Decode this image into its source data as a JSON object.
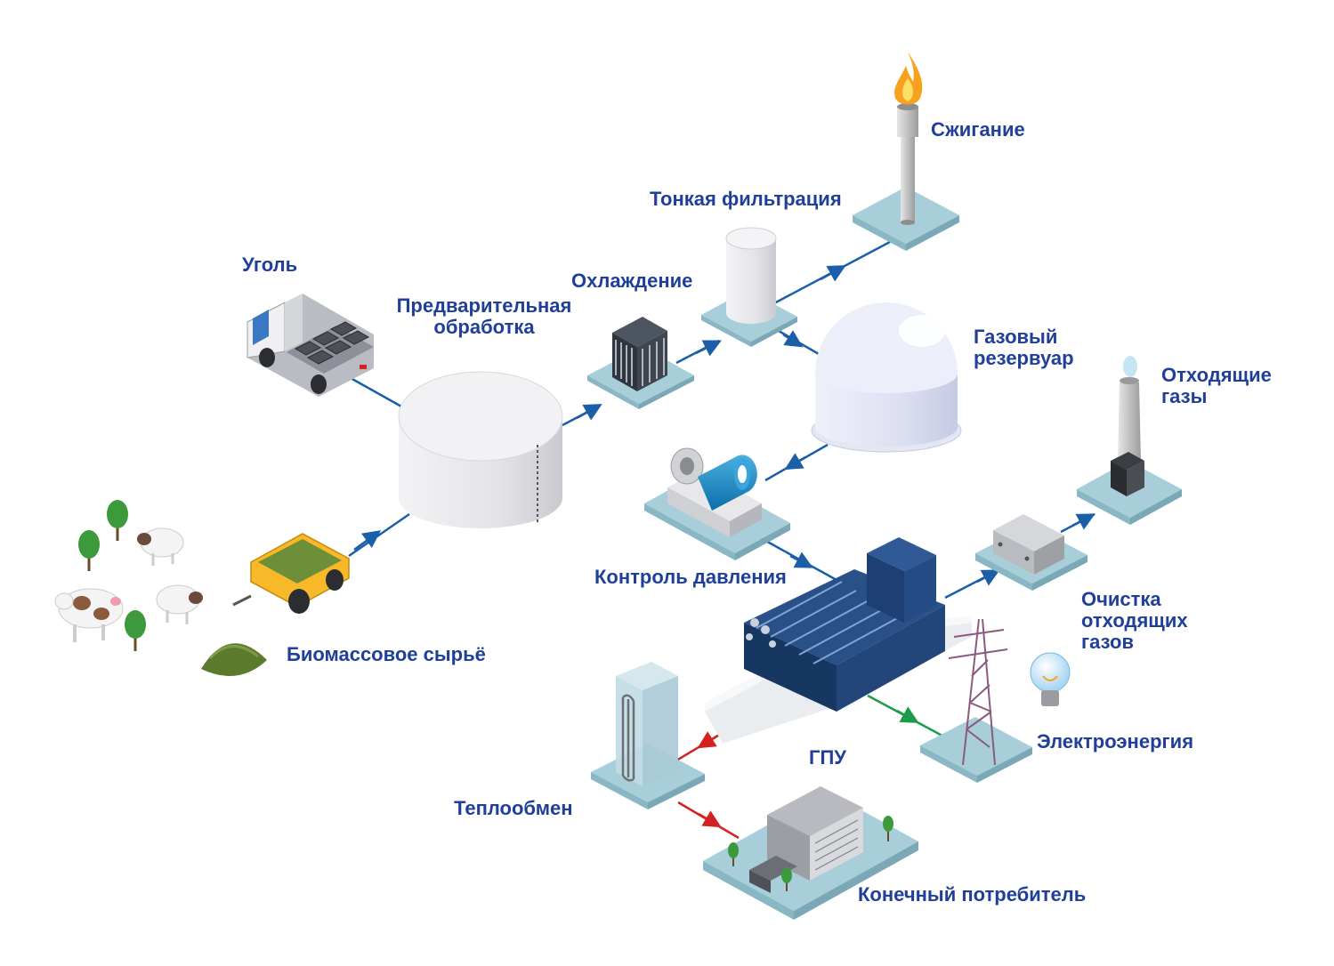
{
  "labels": {
    "coal": "Уголь",
    "biomass": "Биомассовое сырьё",
    "pretreatment": [
      "Предварительная",
      "обработка"
    ],
    "cooling": "Охлаждение",
    "fine_filtration": "Тонкая фильтрация",
    "flaring": "Сжигание",
    "gas_tank": [
      "Газовый",
      "резервуар"
    ],
    "pressure_control": "Контроль давления",
    "exhaust_gases": [
      "Отходящие",
      "газы"
    ],
    "exhaust_cleaning": [
      "Очистка",
      "отходящих",
      "газов"
    ],
    "electricity": "Электроэнергия",
    "gpu": "ГПУ",
    "heat_exchange": "Теплообмен",
    "end_consumer": "Конечный потребитель"
  },
  "colors": {
    "label_text": "#1f3f99",
    "gas_flow": "#1a5fa8",
    "heat_flow": "#d42222",
    "power_flow": "#1e9b4a",
    "platform": "#a8cfd9",
    "engine": "#1d3f73"
  }
}
